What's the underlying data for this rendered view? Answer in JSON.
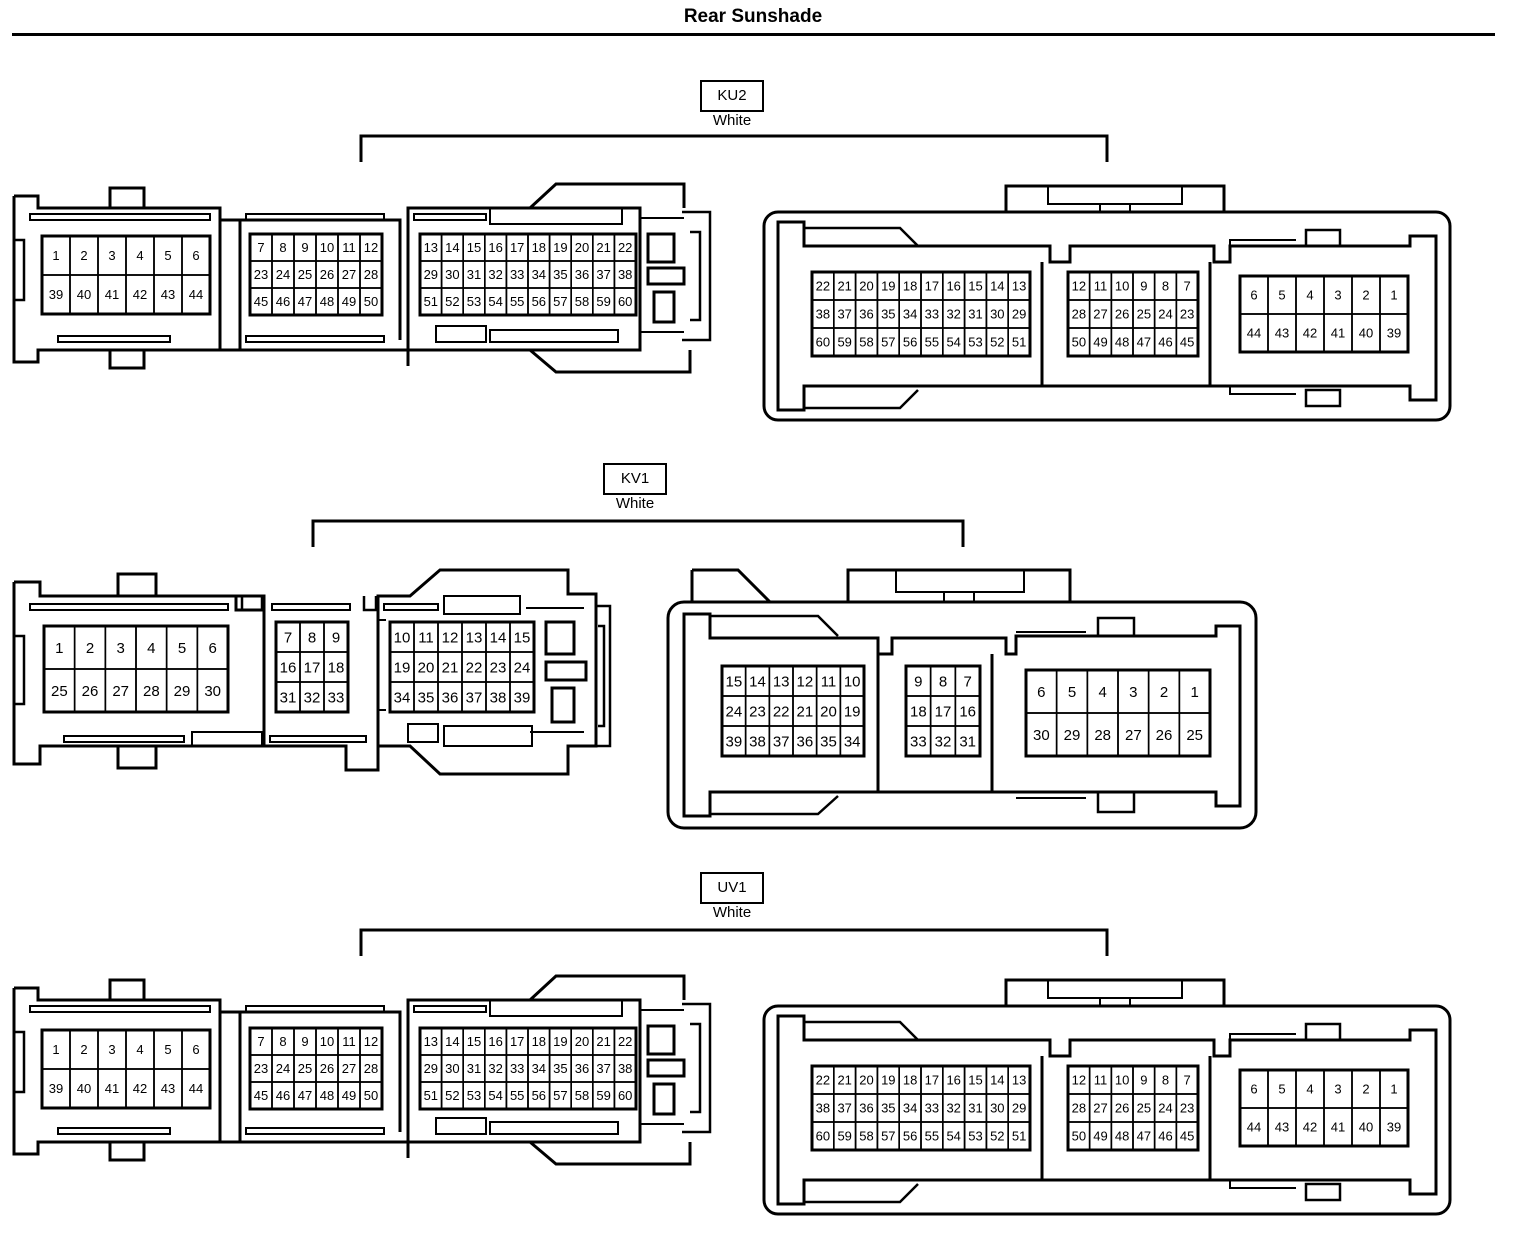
{
  "title": "Rear Sunshade",
  "connectors": [
    {
      "code": "KU2",
      "color": "White",
      "left_view": {
        "grids": [
          {
            "rows": [
              [
                "1",
                "2",
                "3",
                "4",
                "5",
                "6"
              ],
              [
                "39",
                "40",
                "41",
                "42",
                "43",
                "44"
              ]
            ]
          },
          {
            "rows": [
              [
                "7",
                "8",
                "9",
                "10",
                "11",
                "12"
              ],
              [
                "23",
                "24",
                "25",
                "26",
                "27",
                "28"
              ],
              [
                "45",
                "46",
                "47",
                "48",
                "49",
                "50"
              ]
            ]
          },
          {
            "rows": [
              [
                "13",
                "14",
                "15",
                "16",
                "17",
                "18",
                "19",
                "20",
                "21",
                "22"
              ],
              [
                "29",
                "30",
                "31",
                "32",
                "33",
                "34",
                "35",
                "36",
                "37",
                "38"
              ],
              [
                "51",
                "52",
                "53",
                "54",
                "55",
                "56",
                "57",
                "58",
                "59",
                "60"
              ]
            ]
          }
        ]
      },
      "right_view": {
        "grids": [
          {
            "rows": [
              [
                "22",
                "21",
                "20",
                "19",
                "18",
                "17",
                "16",
                "15",
                "14",
                "13"
              ],
              [
                "38",
                "37",
                "36",
                "35",
                "34",
                "33",
                "32",
                "31",
                "30",
                "29"
              ],
              [
                "60",
                "59",
                "58",
                "57",
                "56",
                "55",
                "54",
                "53",
                "52",
                "51"
              ]
            ]
          },
          {
            "rows": [
              [
                "12",
                "11",
                "10",
                "9",
                "8",
                "7"
              ],
              [
                "28",
                "27",
                "26",
                "25",
                "24",
                "23"
              ],
              [
                "50",
                "49",
                "48",
                "47",
                "46",
                "45"
              ]
            ]
          },
          {
            "rows": [
              [
                "6",
                "5",
                "4",
                "3",
                "2",
                "1"
              ],
              [
                "44",
                "43",
                "42",
                "41",
                "40",
                "39"
              ]
            ]
          }
        ]
      }
    },
    {
      "code": "KV1",
      "color": "White",
      "left_view": {
        "grids": [
          {
            "rows": [
              [
                "1",
                "2",
                "3",
                "4",
                "5",
                "6"
              ],
              [
                "25",
                "26",
                "27",
                "28",
                "29",
                "30"
              ]
            ]
          },
          {
            "rows": [
              [
                "7",
                "8",
                "9"
              ],
              [
                "16",
                "17",
                "18"
              ],
              [
                "31",
                "32",
                "33"
              ]
            ]
          },
          {
            "rows": [
              [
                "10",
                "11",
                "12",
                "13",
                "14",
                "15"
              ],
              [
                "19",
                "20",
                "21",
                "22",
                "23",
                "24"
              ],
              [
                "34",
                "35",
                "36",
                "37",
                "38",
                "39"
              ]
            ]
          }
        ]
      },
      "right_view": {
        "grids": [
          {
            "rows": [
              [
                "15",
                "14",
                "13",
                "12",
                "11",
                "10"
              ],
              [
                "24",
                "23",
                "22",
                "21",
                "20",
                "19"
              ],
              [
                "39",
                "38",
                "37",
                "36",
                "35",
                "34"
              ]
            ]
          },
          {
            "rows": [
              [
                "9",
                "8",
                "7"
              ],
              [
                "18",
                "17",
                "16"
              ],
              [
                "33",
                "32",
                "31"
              ]
            ]
          },
          {
            "rows": [
              [
                "6",
                "5",
                "4",
                "3",
                "2",
                "1"
              ],
              [
                "30",
                "29",
                "28",
                "27",
                "26",
                "25"
              ]
            ]
          }
        ]
      }
    },
    {
      "code": "UV1",
      "color": "White",
      "left_view": {
        "grids": [
          {
            "rows": [
              [
                "1",
                "2",
                "3",
                "4",
                "5",
                "6"
              ],
              [
                "39",
                "40",
                "41",
                "42",
                "43",
                "44"
              ]
            ]
          },
          {
            "rows": [
              [
                "7",
                "8",
                "9",
                "10",
                "11",
                "12"
              ],
              [
                "23",
                "24",
                "25",
                "26",
                "27",
                "28"
              ],
              [
                "45",
                "46",
                "47",
                "48",
                "49",
                "50"
              ]
            ]
          },
          {
            "rows": [
              [
                "13",
                "14",
                "15",
                "16",
                "17",
                "18",
                "19",
                "20",
                "21",
                "22"
              ],
              [
                "29",
                "30",
                "31",
                "32",
                "33",
                "34",
                "35",
                "36",
                "37",
                "38"
              ],
              [
                "51",
                "52",
                "53",
                "54",
                "55",
                "56",
                "57",
                "58",
                "59",
                "60"
              ]
            ]
          }
        ]
      },
      "right_view": {
        "grids": [
          {
            "rows": [
              [
                "22",
                "21",
                "20",
                "19",
                "18",
                "17",
                "16",
                "15",
                "14",
                "13"
              ],
              [
                "38",
                "37",
                "36",
                "35",
                "34",
                "33",
                "32",
                "31",
                "30",
                "29"
              ],
              [
                "60",
                "59",
                "58",
                "57",
                "56",
                "55",
                "54",
                "53",
                "52",
                "51"
              ]
            ]
          },
          {
            "rows": [
              [
                "12",
                "11",
                "10",
                "9",
                "8",
                "7"
              ],
              [
                "28",
                "27",
                "26",
                "25",
                "24",
                "23"
              ],
              [
                "50",
                "49",
                "48",
                "47",
                "46",
                "45"
              ]
            ]
          },
          {
            "rows": [
              [
                "6",
                "5",
                "4",
                "3",
                "2",
                "1"
              ],
              [
                "44",
                "43",
                "42",
                "41",
                "40",
                "39"
              ]
            ]
          }
        ]
      }
    }
  ]
}
